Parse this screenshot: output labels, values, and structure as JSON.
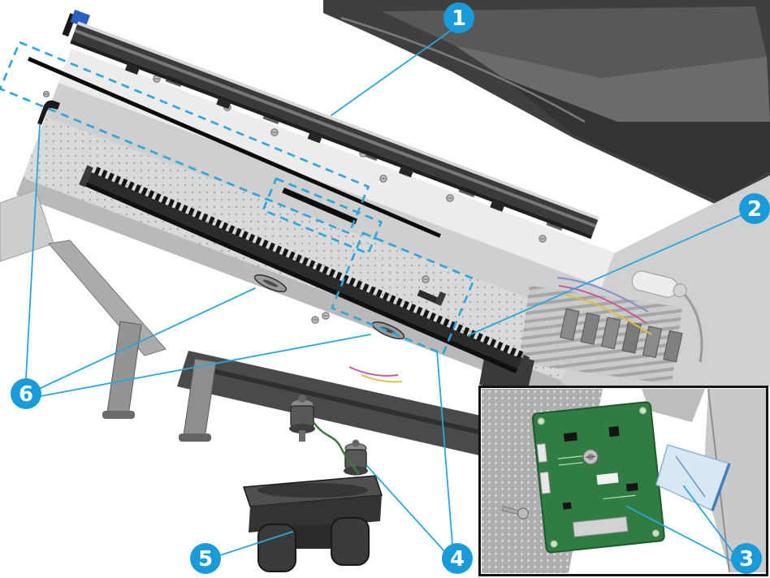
{
  "callouts": [
    {
      "number": "1"
    },
    {
      "number": "2"
    },
    {
      "number": "3"
    },
    {
      "number": "4"
    },
    {
      "number": "5"
    },
    {
      "number": "6"
    }
  ],
  "colors": {
    "callout-fill": "#189bd8",
    "leader-line": "#29a6df",
    "highlight-dash": "#29a6df",
    "pcb-green": "#2f7d43",
    "cable-blue": "#d7e7f5",
    "clip-blue": "#2c5fc4",
    "wire-green": "#3c7a3c",
    "wire-magenta": "#c75a9e",
    "wire-yellow": "#d8c14a"
  }
}
